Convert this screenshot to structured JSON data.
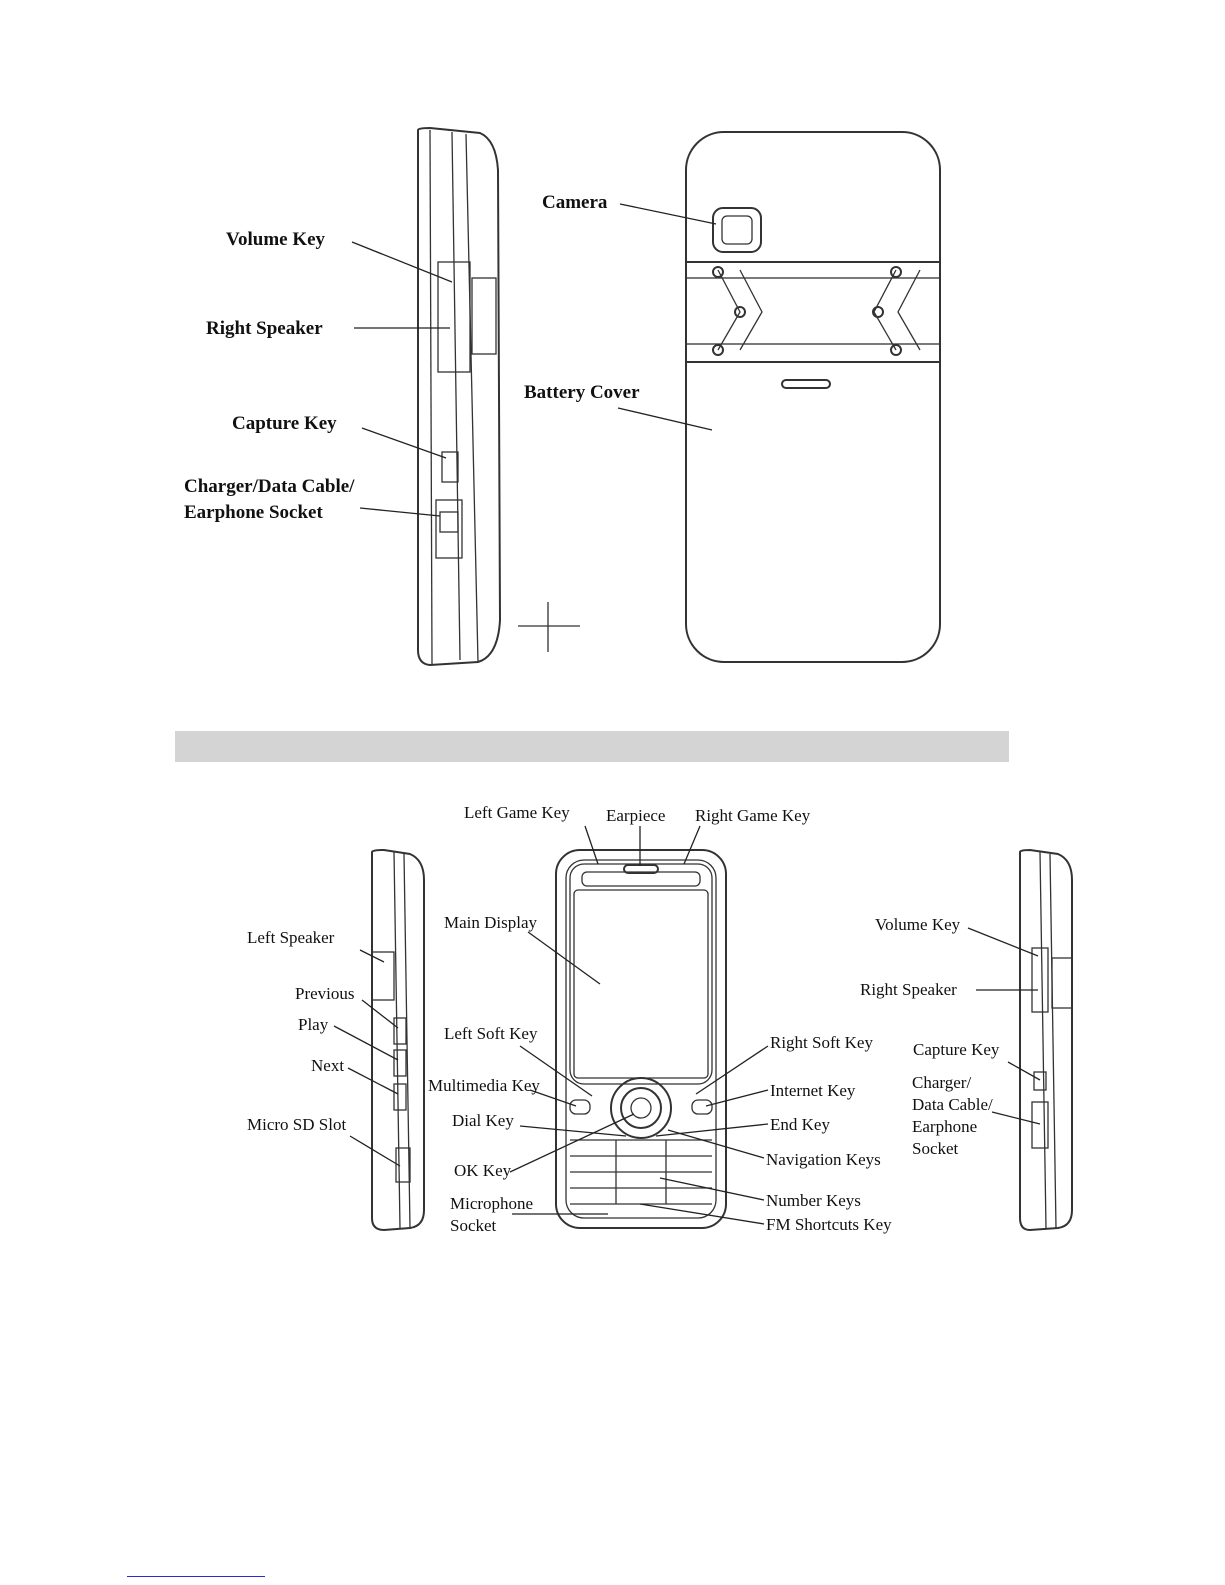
{
  "figure_top": {
    "labels": {
      "volume_key": "Volume Key",
      "right_speaker": "Right Speaker",
      "capture_key": "Capture Key",
      "charger_line1": "Charger/Data Cable/",
      "charger_line2": "Earphone Socket",
      "camera": "Camera",
      "battery_cover": "Battery Cover"
    }
  },
  "figure_bottom": {
    "labels": {
      "left_game_key": "Left Game Key",
      "earpiece": "Earpiece",
      "right_game_key": "Right Game Key",
      "main_display": "Main Display",
      "left_speaker": "Left Speaker",
      "previous": "Previous",
      "play": "Play",
      "next": "Next",
      "micro_sd_slot": "Micro SD Slot",
      "left_soft_key": "Left Soft Key",
      "multimedia_key": "Multimedia Key",
      "dial_key": "Dial Key",
      "ok_key": "OK Key",
      "microphone_line1": "Microphone",
      "microphone_line2": "Socket",
      "right_soft_key": "Right Soft Key",
      "internet_key": "Internet Key",
      "end_key": "End Key",
      "navigation_keys": "Navigation Keys",
      "number_keys": "Number Keys",
      "fm_shortcuts_key": "FM Shortcuts Key",
      "volume_key": "Volume Key",
      "right_speaker": "Right Speaker",
      "capture_key": "Capture Key",
      "charger_line1": "Charger/",
      "charger_line2": "Data Cable/",
      "charger_line3": "Earphone",
      "charger_line4": "Socket"
    }
  }
}
